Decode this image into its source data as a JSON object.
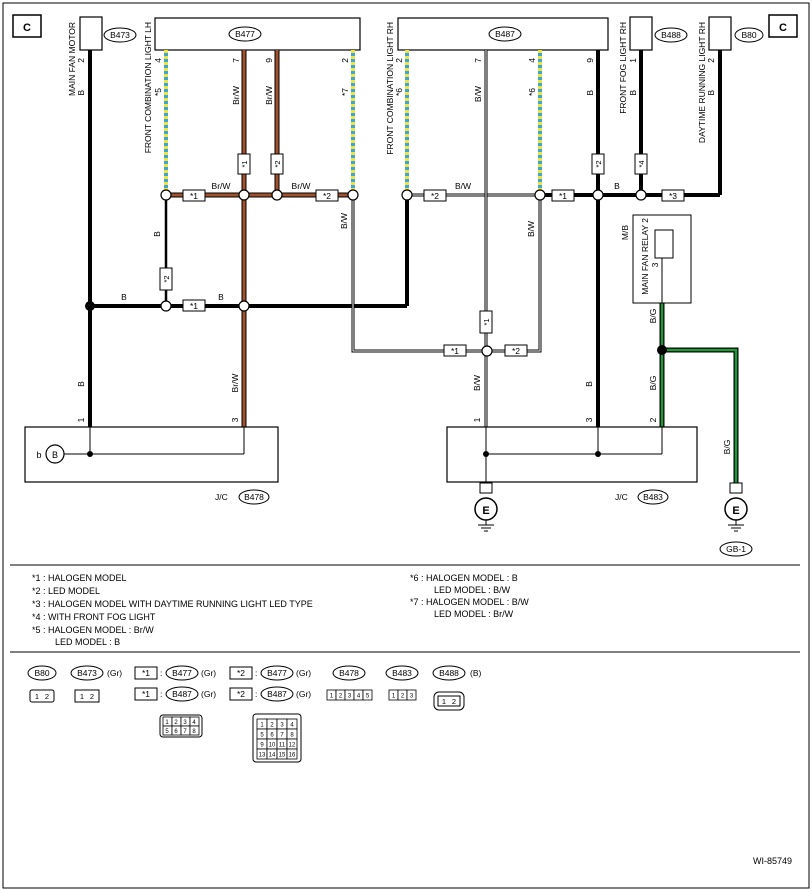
{
  "frame": {
    "corner_left": "C",
    "corner_right": "C",
    "figure_id": "WI-85749"
  },
  "connectors": {
    "b473": "B473",
    "b477": "B477",
    "b487": "B487",
    "b488": "B488",
    "b80": "B80",
    "b478": "B478",
    "b483": "B483",
    "gb1": "GB-1"
  },
  "components": {
    "main_fan_motor": "MAIN FAN MOTOR",
    "fcl_lh": "FRONT COMBINATION LIGHT LH",
    "fcl_rh": "FRONT COMBINATION LIGHT RH",
    "fog_rh": "FRONT FOG LIGHT RH",
    "drl_rh": "DAYTIME RUNNING LIGHT RH",
    "relay": "MAIN FAN RELAY 2",
    "mb": "M/B",
    "jc": "J/C",
    "ground": "E",
    "b_circle": "B",
    "b_label": "b"
  },
  "wire_labels": {
    "b": "B",
    "brw": "Br/W",
    "bw": "B/W",
    "bg": "B/G"
  },
  "stars": {
    "s1": "*1",
    "s2": "*2",
    "s3": "*3",
    "s4": "*4",
    "s5": "*5",
    "s6": "*6",
    "s7": "*7"
  },
  "pins": {
    "p1": "1",
    "p2": "2",
    "p3": "3",
    "p4": "4",
    "p7": "7",
    "p9": "9"
  },
  "notes": {
    "n1": "*1 : HALOGEN MODEL",
    "n2": "*2 : LED MODEL",
    "n3": "*3 : HALOGEN MODEL WITH DAYTIME RUNNING LIGHT LED TYPE",
    "n4": "*4 : WITH FRONT FOG LIGHT",
    "n5a": "*5 : HALOGEN MODEL : Br/W",
    "n5b": "LED MODEL : B",
    "n6a": "*6 : HALOGEN MODEL : B",
    "n6b": "LED MODEL : B/W",
    "n7a": "*7 : HALOGEN MODEL : B/W",
    "n7b": "LED MODEL : Br/W"
  },
  "legend": {
    "b80": "B80",
    "b473": "B473",
    "gr": "(Gr)",
    "b477": "B477",
    "b487": "B487",
    "b478": "B478",
    "b483": "B483",
    "b488": "B488",
    "blk": "(B)",
    "pins4": [
      "1",
      "2",
      "3",
      "4",
      "5",
      "6",
      "7",
      "8"
    ],
    "pins16": [
      "1",
      "2",
      "3",
      "4",
      "5",
      "6",
      "7",
      "8",
      "9",
      "10",
      "11",
      "12",
      "13",
      "14",
      "15",
      "16"
    ],
    "pins5": [
      "1",
      "2",
      "3",
      "4",
      "5"
    ],
    "pins3": [
      "1",
      "2",
      "3"
    ],
    "pins2": [
      "1",
      "2"
    ]
  },
  "colors": {
    "black": "#000000",
    "brown": "#a0522d",
    "yellow": "#f2e33a",
    "blue": "#3aa7d9",
    "green": "#1a9a3a"
  }
}
